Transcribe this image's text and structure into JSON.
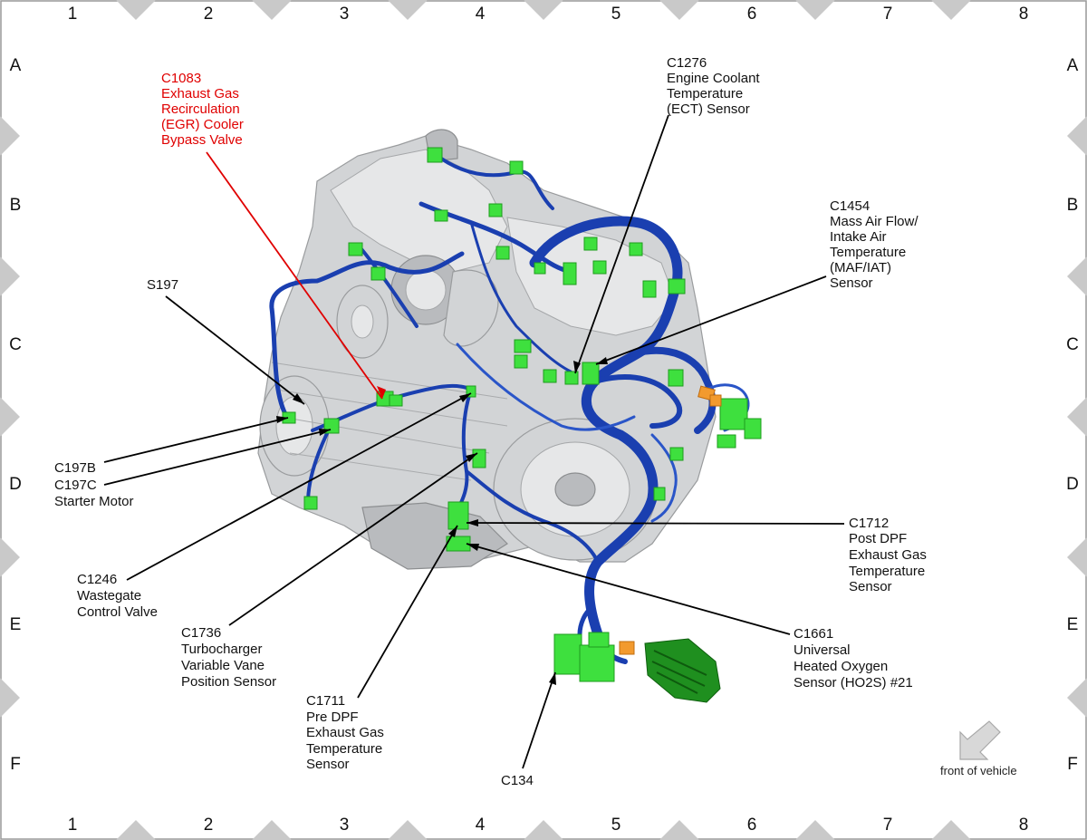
{
  "grid": {
    "columns": [
      "1",
      "2",
      "3",
      "4",
      "5",
      "6",
      "7",
      "8"
    ],
    "rows": [
      "A",
      "B",
      "C",
      "D",
      "E",
      "F"
    ]
  },
  "colors": {
    "harness": "#1a3fb0",
    "connector": "#3ee03e",
    "highlight_label": "#e00000"
  },
  "callouts": {
    "c1083": [
      "C1083",
      "Exhaust Gas",
      "Recirculation",
      "(EGR) Cooler",
      "Bypass Valve"
    ],
    "c1276": [
      "C1276",
      "Engine Coolant",
      "Temperature",
      "(ECT) Sensor"
    ],
    "c1454": [
      "C1454",
      "Mass Air Flow/",
      "Intake Air",
      "Temperature",
      "(MAF/IAT)",
      "Sensor"
    ],
    "s197": [
      "S197"
    ],
    "c197b": [
      "C197B"
    ],
    "c197c": [
      "C197C",
      "Starter Motor"
    ],
    "c1246": [
      "C1246",
      "Wastegate",
      "Control Valve"
    ],
    "c1736": [
      "C1736",
      "Turbocharger",
      "Variable Vane",
      "Position Sensor"
    ],
    "c1711": [
      "C1711",
      "Pre DPF",
      "Exhaust Gas",
      "Temperature",
      "Sensor"
    ],
    "c1712": [
      "C1712",
      "Post DPF",
      "Exhaust Gas",
      "Temperature",
      "Sensor"
    ],
    "c1661": [
      "C1661",
      "Universal",
      "Heated Oxygen",
      "Sensor (HO2S) #21"
    ],
    "c134": [
      "C134"
    ]
  },
  "orientation": {
    "label": "front of vehicle",
    "icon": "arrow-down-left-icon"
  }
}
